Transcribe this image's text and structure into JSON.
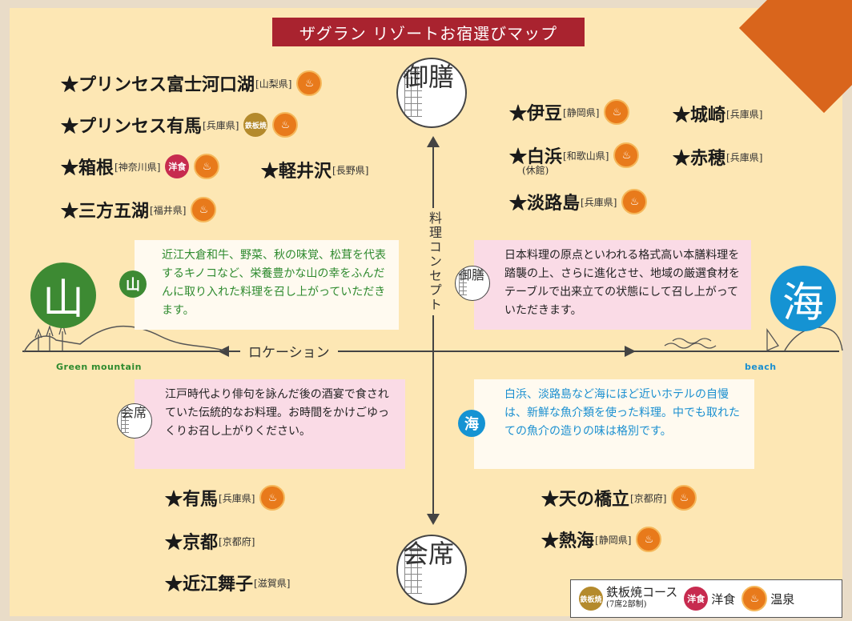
{
  "title": "ザグラン リゾートお宿選びマップ",
  "axis": {
    "vertical_label": "料理コンセプト",
    "horizontal_label": "ロケーション",
    "top_char": "御膳",
    "bottom_char": "会席",
    "left_char": "山",
    "right_char": "海",
    "left_en": "Green mountain",
    "right_en": "beach"
  },
  "icons": {
    "onsen": "♨",
    "teppan": "鉄板焼",
    "yoshoku": "洋食"
  },
  "hotels": [
    {
      "name": "★プリンセス富士河口湖",
      "pref": "[山梨県]"
    },
    {
      "name": "★プリンセス有馬",
      "pref": "[兵庫県]"
    },
    {
      "name": "★箱根",
      "pref": "[神奈川県]"
    },
    {
      "name": "★軽井沢",
      "pref": "[長野県]"
    },
    {
      "name": "★三方五湖",
      "pref": "[福井県]"
    },
    {
      "name": "★伊豆",
      "pref": "[静岡県]"
    },
    {
      "name": "★城崎",
      "pref": "[兵庫県]"
    },
    {
      "name": "★白浜",
      "pref": "[和歌山県]",
      "sub": "(休館)"
    },
    {
      "name": "★赤穂",
      "pref": "[兵庫県]"
    },
    {
      "name": "★淡路島",
      "pref": "[兵庫県]"
    },
    {
      "name": "★有馬",
      "pref": "[兵庫県]"
    },
    {
      "name": "★京都",
      "pref": "[京都府]"
    },
    {
      "name": "★近江舞子",
      "pref": "[滋賀県]"
    },
    {
      "name": "★天の橋立",
      "pref": "[京都府]"
    },
    {
      "name": "★熱海",
      "pref": "[静岡県]"
    }
  ],
  "descriptions": {
    "mountain": "近江大倉和牛、野菜、秋の味覚、松茸を代表するキノコなど、栄養豊かな山の幸をふんだんに取り入れた料理を召し上がっていただきます。",
    "gozen": "日本料理の原点といわれる格式高い本膳料理を踏襲の上、さらに進化させ、地域の厳選食材をテーブルで出来立ての状態にして召し上がっていただきます。",
    "kaiseki": "江戸時代より俳句を詠んだ後の酒宴で食されていた伝統的なお料理。お時間をかけごゆっくりお召し上がりください。",
    "sea": "白浜、淡路島など海にほど近いホテルの自慢は、新鮮な魚介類を使った料理。中でも取れたての魚介の造りの味は格別です。"
  },
  "legend": {
    "teppan": "鉄板焼コース",
    "teppan_note": "(7席2部制)",
    "yoshoku": "洋食",
    "onsen": "温泉"
  },
  "colors": {
    "background": "#fde7b4",
    "title_bg": "#a9232f",
    "mountain_green": "#3d8a33",
    "sea_blue": "#1593d3",
    "onsen_orange": "#e87a1b",
    "teppan_gold": "#b48a2c",
    "yoshoku_red": "#c72b4f",
    "pink_box": "#fadbe6"
  }
}
